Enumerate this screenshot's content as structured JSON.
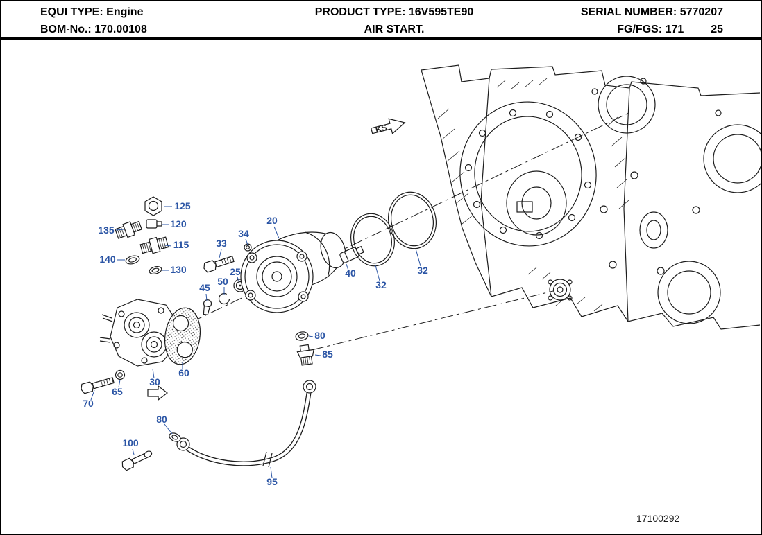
{
  "header": {
    "equi_type_label": "EQUI TYPE:",
    "equi_type_value": "Engine",
    "bom_label": "BOM-No.:",
    "bom_value": "170.00108",
    "product_type_label": "PRODUCT TYPE:",
    "product_type_value": "16V595TE90",
    "title": "AIR START.",
    "serial_label": "SERIAL NUMBER:",
    "serial_value": "5770207",
    "fg_label": "FG/FGS:",
    "fg_value": "171",
    "fgs_value": "25"
  },
  "diagram": {
    "view_label": "KS",
    "drawing_number": "17100292",
    "colors": {
      "callout": "#2b55a5",
      "line": "#1c1c1c"
    },
    "callouts": [
      {
        "label": "125"
      },
      {
        "label": "120"
      },
      {
        "label": "135"
      },
      {
        "label": "115"
      },
      {
        "label": "140"
      },
      {
        "label": "130"
      },
      {
        "label": "33"
      },
      {
        "label": "34"
      },
      {
        "label": "20"
      },
      {
        "label": "25"
      },
      {
        "label": "45"
      },
      {
        "label": "50"
      },
      {
        "label": "40"
      },
      {
        "label": "32"
      },
      {
        "label": "32"
      },
      {
        "label": "80"
      },
      {
        "label": "85"
      },
      {
        "label": "30"
      },
      {
        "label": "60"
      },
      {
        "label": "65"
      },
      {
        "label": "70"
      },
      {
        "label": "80"
      },
      {
        "label": "100"
      },
      {
        "label": "95"
      }
    ]
  }
}
